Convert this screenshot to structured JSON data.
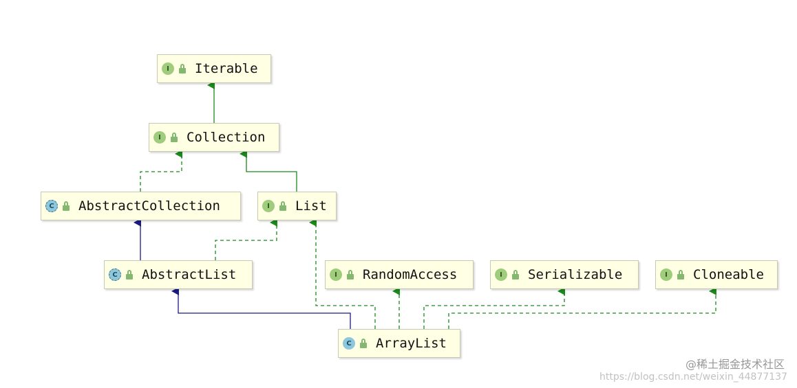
{
  "diagram": {
    "nodes": [
      {
        "id": "iterable",
        "label": "Iterable",
        "kind": "interface",
        "badge": "I"
      },
      {
        "id": "collection",
        "label": "Collection",
        "kind": "interface",
        "badge": "I"
      },
      {
        "id": "abstractcollection",
        "label": "AbstractCollection",
        "kind": "abstract",
        "badge": "C"
      },
      {
        "id": "list",
        "label": "List",
        "kind": "interface",
        "badge": "I"
      },
      {
        "id": "abstractlist",
        "label": "AbstractList",
        "kind": "abstract",
        "badge": "C"
      },
      {
        "id": "randomaccess",
        "label": "RandomAccess",
        "kind": "interface",
        "badge": "I"
      },
      {
        "id": "serializable",
        "label": "Serializable",
        "kind": "interface",
        "badge": "I"
      },
      {
        "id": "cloneable",
        "label": "Cloneable",
        "kind": "interface",
        "badge": "I"
      },
      {
        "id": "arraylist",
        "label": "ArrayList",
        "kind": "class",
        "badge": "C"
      }
    ],
    "edges": [
      {
        "from": "collection",
        "to": "iterable",
        "type": "extends"
      },
      {
        "from": "abstractcollection",
        "to": "collection",
        "type": "implements"
      },
      {
        "from": "list",
        "to": "collection",
        "type": "extends"
      },
      {
        "from": "abstractlist",
        "to": "abstractcollection",
        "type": "class-extends"
      },
      {
        "from": "abstractlist",
        "to": "list",
        "type": "implements"
      },
      {
        "from": "arraylist",
        "to": "abstractlist",
        "type": "class-extends"
      },
      {
        "from": "arraylist",
        "to": "list",
        "type": "implements"
      },
      {
        "from": "arraylist",
        "to": "randomaccess",
        "type": "implements"
      },
      {
        "from": "arraylist",
        "to": "serializable",
        "type": "implements"
      },
      {
        "from": "arraylist",
        "to": "cloneable",
        "type": "implements"
      }
    ],
    "colors": {
      "interface_edge": "#1a8a1a",
      "class_edge": "#1a1a80",
      "node_fill": "#ffffe4",
      "interface_badge": "#9fcc7d",
      "class_badge": "#8dc7dc"
    }
  },
  "watermark": {
    "url": "https://blog.csdn.net/weixin_44877137",
    "brand": "@稀土掘金技术社区"
  }
}
